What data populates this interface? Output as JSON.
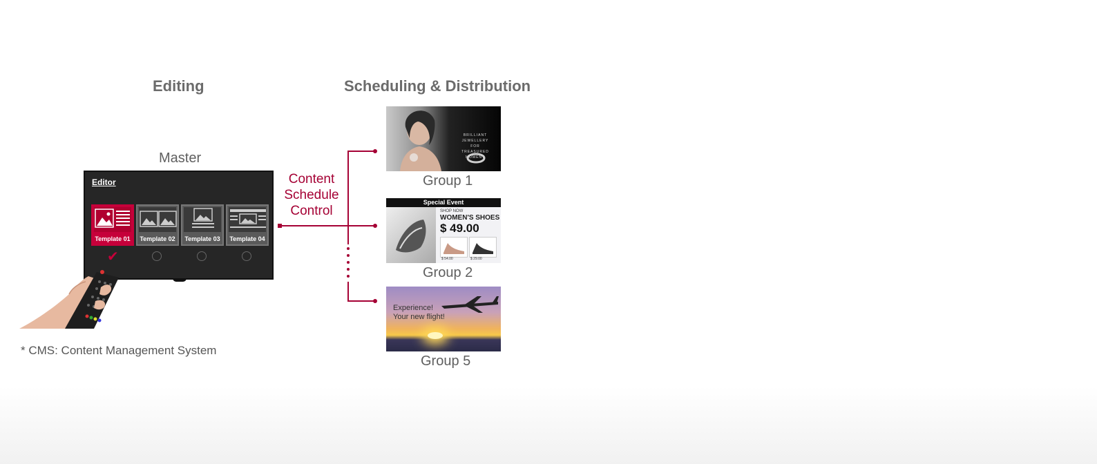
{
  "sections": {
    "editing_title": "Editing",
    "scheduling_title": "Scheduling & Distribution"
  },
  "master": {
    "label": "Master",
    "editor_label": "Editor",
    "templates": [
      {
        "name": "Template 01",
        "selected": true
      },
      {
        "name": "Template 02",
        "selected": false
      },
      {
        "name": "Template 03",
        "selected": false
      },
      {
        "name": "Template 04",
        "selected": false
      }
    ]
  },
  "control": {
    "line1": "Content",
    "line2": "Schedule",
    "line3": "Control"
  },
  "groups": [
    {
      "label": "Group 1",
      "tagline_1": "BRILLIANT JEWELLERY",
      "tagline_2": "FOR",
      "tagline_3": "TREASURED MOMENT"
    },
    {
      "label": "Group 2",
      "banner": "Special Event",
      "shop": "SHOP NOW",
      "headline": "WOMEN'S SHOES",
      "price": "$ 49.00",
      "price_a": "$ 54.00",
      "price_b": "$ 29.00"
    },
    {
      "label": "Group 5",
      "line1": "Experience!",
      "line2": "Your new flight!"
    }
  ],
  "footnote": "* CMS: Content Management System",
  "colors": {
    "accent": "#a50034",
    "template_active": "#c6003a"
  }
}
